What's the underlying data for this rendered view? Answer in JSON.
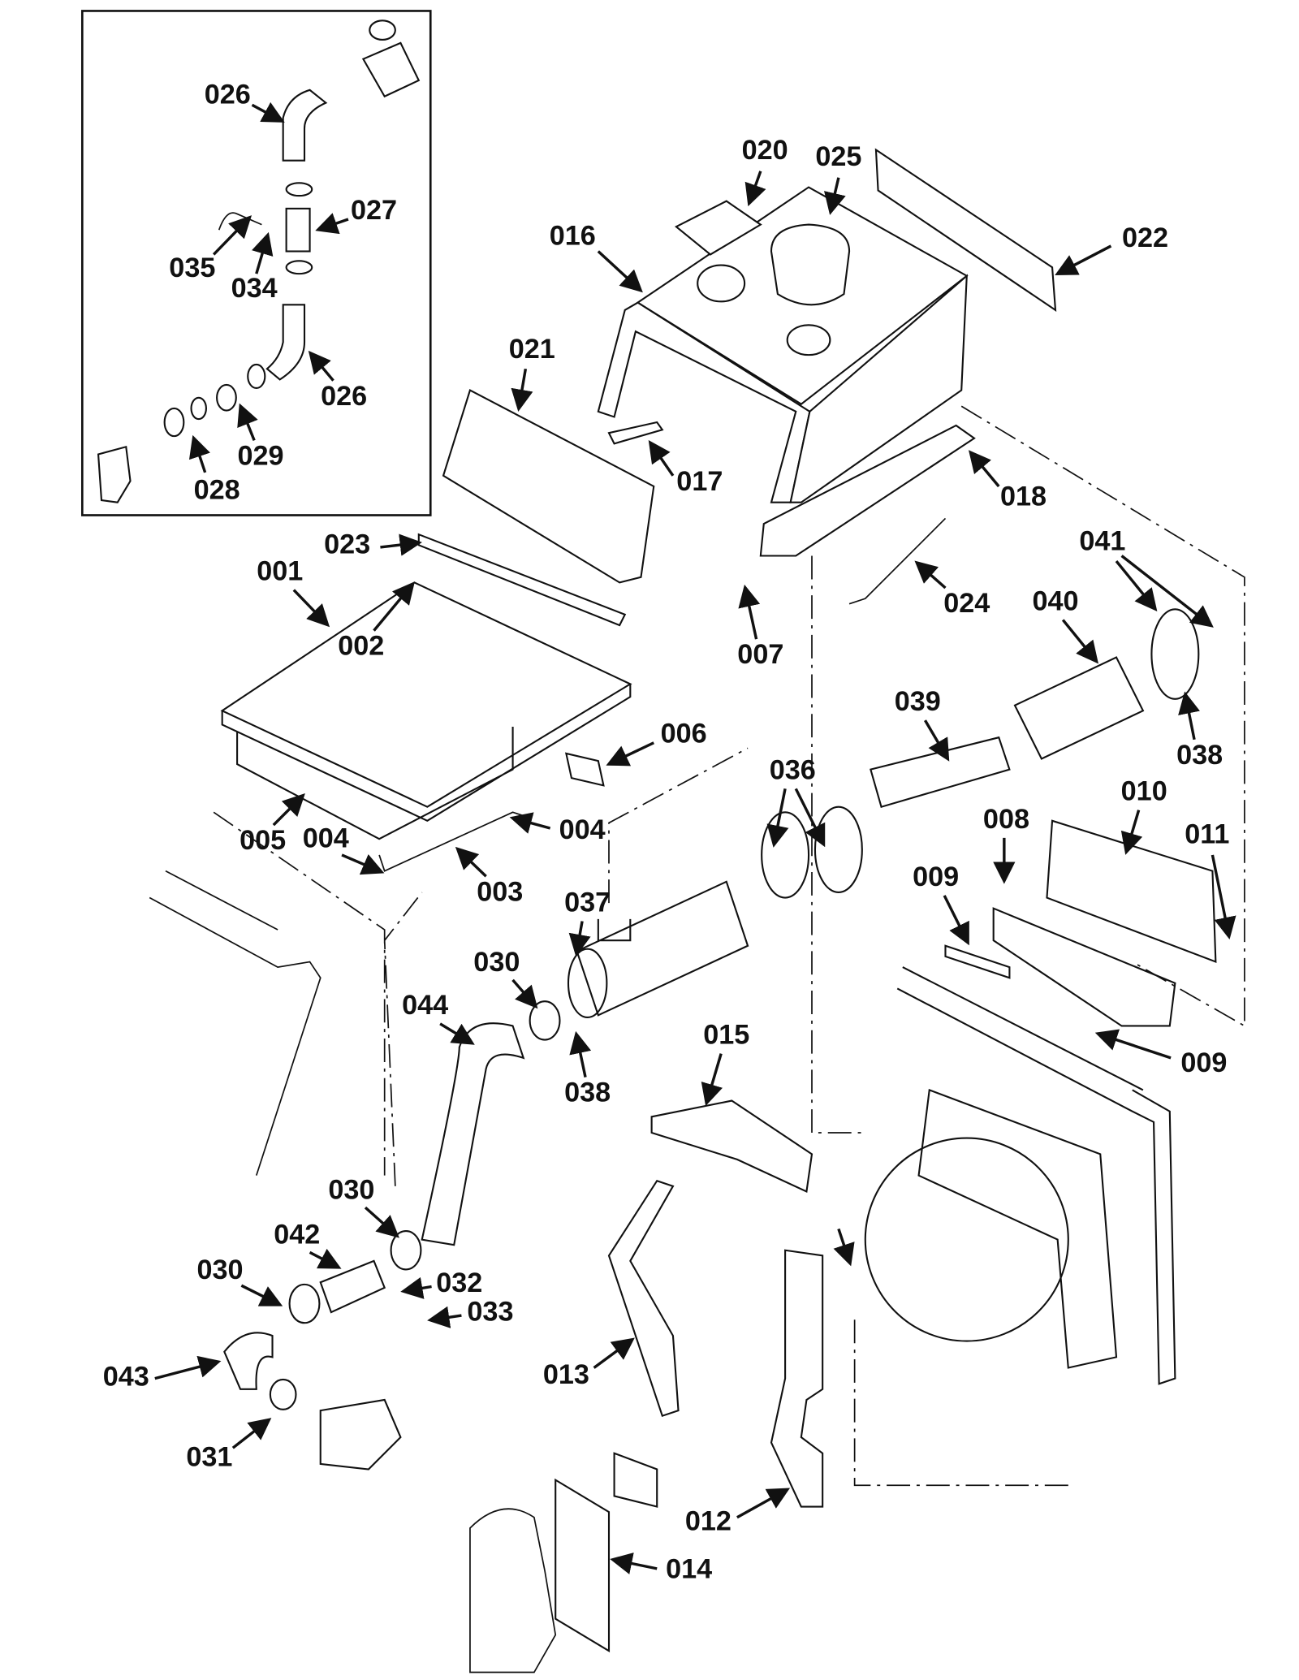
{
  "diagram": {
    "type": "exploded parts diagram",
    "inset_callouts": [
      "026",
      "027",
      "035",
      "034",
      "026",
      "029",
      "028"
    ],
    "callouts": [
      "020",
      "025",
      "016",
      "022",
      "021",
      "017",
      "018",
      "023",
      "001",
      "002",
      "041",
      "024",
      "040",
      "007",
      "039",
      "006",
      "038",
      "036",
      "010",
      "008",
      "011",
      "005",
      "004",
      "004",
      "009",
      "003",
      "037",
      "030",
      "044",
      "009",
      "015",
      "038",
      "030",
      "042",
      "032",
      "033",
      "030",
      "043",
      "013",
      "031",
      "012",
      "014"
    ]
  }
}
